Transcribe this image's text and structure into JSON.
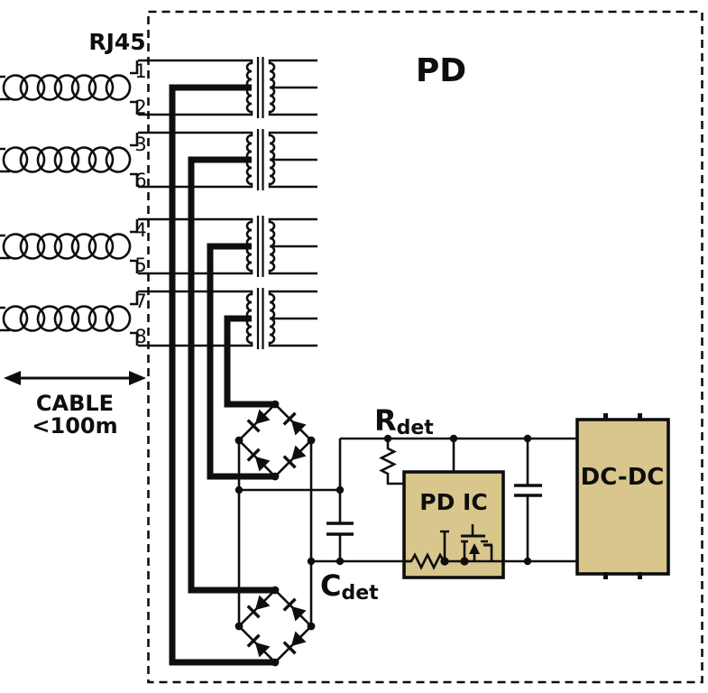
{
  "diagram": {
    "box_title": "PD",
    "connector": {
      "label": "RJ45",
      "pins": [
        "1",
        "2",
        "3",
        "6",
        "4",
        "5",
        "7",
        "8"
      ]
    },
    "cable": {
      "line1": "CABLE",
      "line2": "<100m"
    },
    "labels": {
      "r_det_main": "R",
      "r_det_sub": "det",
      "c_det_main": "C",
      "c_det_sub": "det",
      "pd_ic": "PD IC",
      "dc_dc": "DC-DC"
    },
    "colors": {
      "block_fill": "#d8c68c",
      "line": "#0e0e0e",
      "background": "#ffffff"
    }
  }
}
